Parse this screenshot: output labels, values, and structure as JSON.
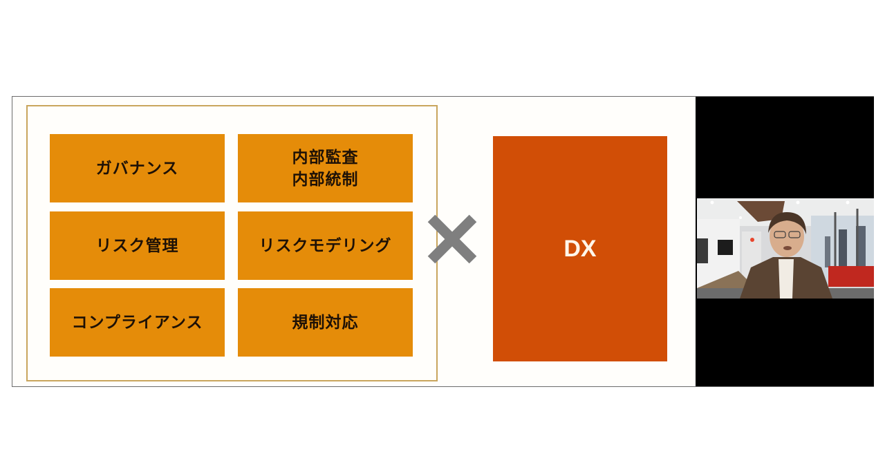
{
  "slide": {
    "tiles": [
      {
        "label": "ガバナンス"
      },
      {
        "label": "内部監査\n内部統制"
      },
      {
        "label": "リスク管理"
      },
      {
        "label": "リスクモデリング"
      },
      {
        "label": "コンプライアンス"
      },
      {
        "label": "規制対応"
      }
    ],
    "operator_icon": "times-icon",
    "dx_label": "DX"
  },
  "video": {
    "participant": "speaker-video-feed"
  },
  "colors": {
    "tile": "#e58c09",
    "dx": "#d14e06",
    "operator": "#7f7f7f",
    "gold_border": "#c9a55c",
    "video_bg": "#000000"
  }
}
